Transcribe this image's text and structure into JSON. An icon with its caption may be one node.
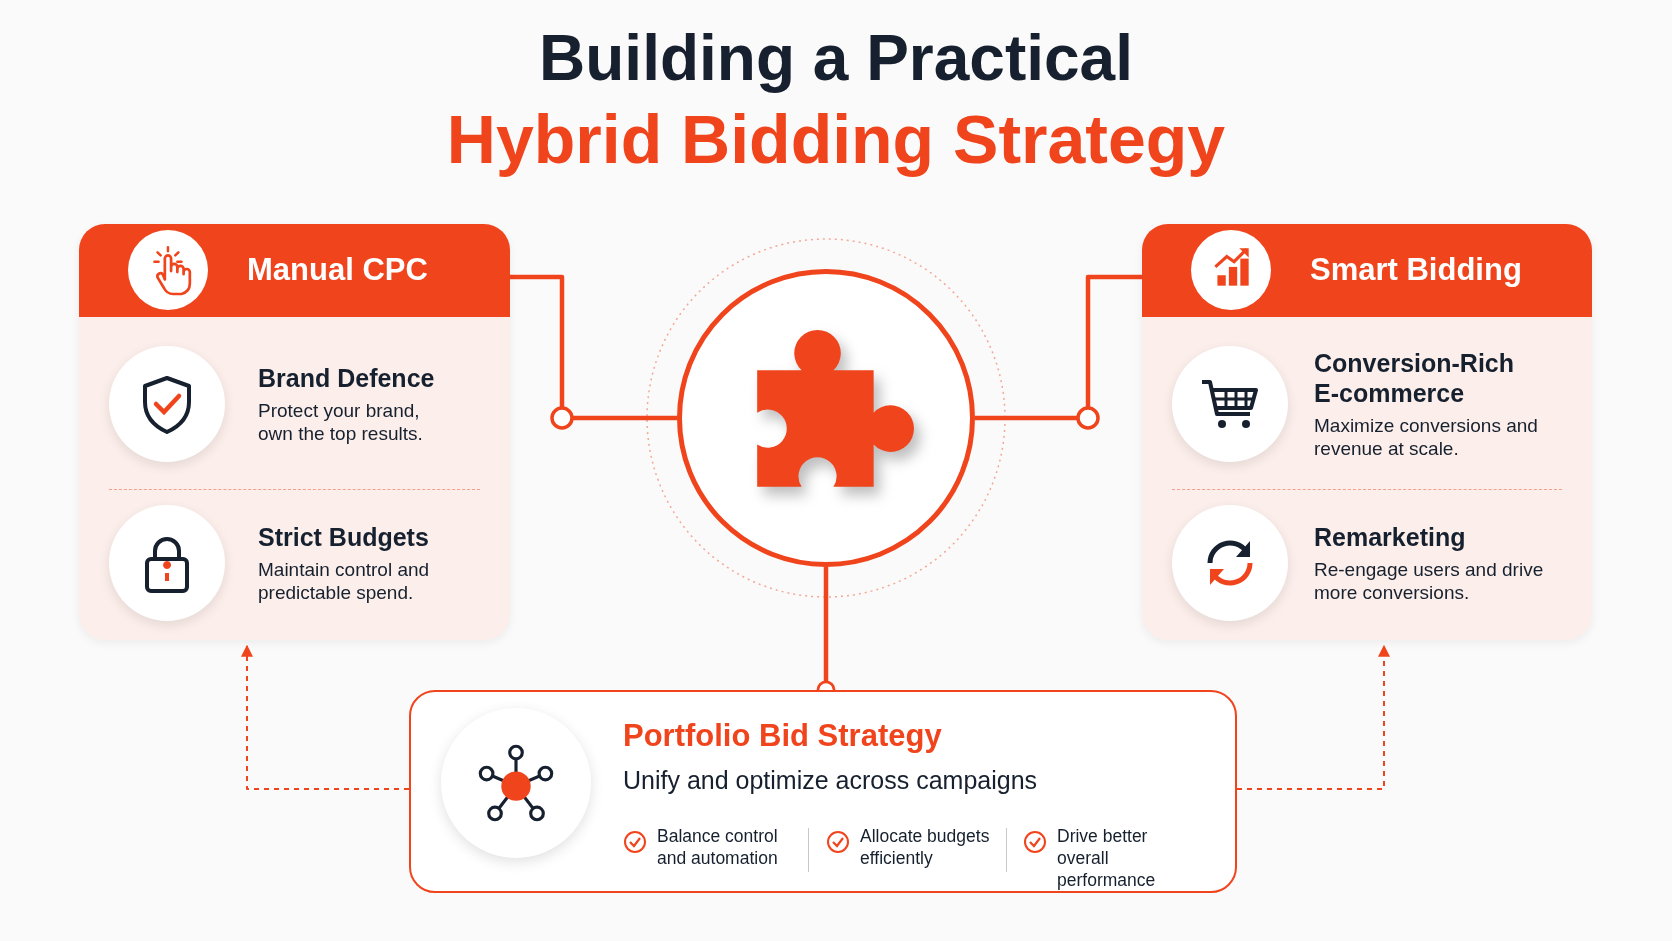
{
  "diagram": {
    "title": "Building a Practical",
    "nodes": [
      {
        "text": [
          "Manual CPC"
        ]
      },
      {
        "text": [
          "Brand Defence",
          "Protect your brand, own the top results."
        ],
        "in": 0
      },
      {
        "text": [
          "Strict Budgets",
          "Maintain control and predictable spend."
        ],
        "in": 0
      },
      {
        "text": [],
        "shape": "circle"
      },
      {
        "text": [
          "Smart Bidding"
        ]
      },
      {
        "text": [
          "Conversion-Rich E-commerce",
          "Maximize conversions and revenue at scale."
        ],
        "in": 4
      },
      {
        "text": [
          "Remarketing",
          "Re-engage users and drive more conversions."
        ],
        "in": 4
      },
      {
        "text": [
          "Portfolio Bid Strategy",
          "Unify and optimize across campaigns"
        ]
      }
    ],
    "edges": [
      {
        "from": 0,
        "to": 3,
        "arrow": "none"
      },
      {
        "from": 4,
        "to": 3,
        "arrow": "none"
      },
      {
        "from": 3,
        "to": 7,
        "arrow": "other"
      },
      {
        "from": 7,
        "to": 0,
        "arrow": "to",
        "style": "dashed"
      },
      {
        "from": 7,
        "to": 4,
        "arrow": "to",
        "style": "dashed"
      }
    ],
    "labels": [
      "Hybrid Bidding Strategy",
      "Balance control and automation",
      "Allocate budgets efficiently",
      "Drive better overall performance"
    ]
  }
}
